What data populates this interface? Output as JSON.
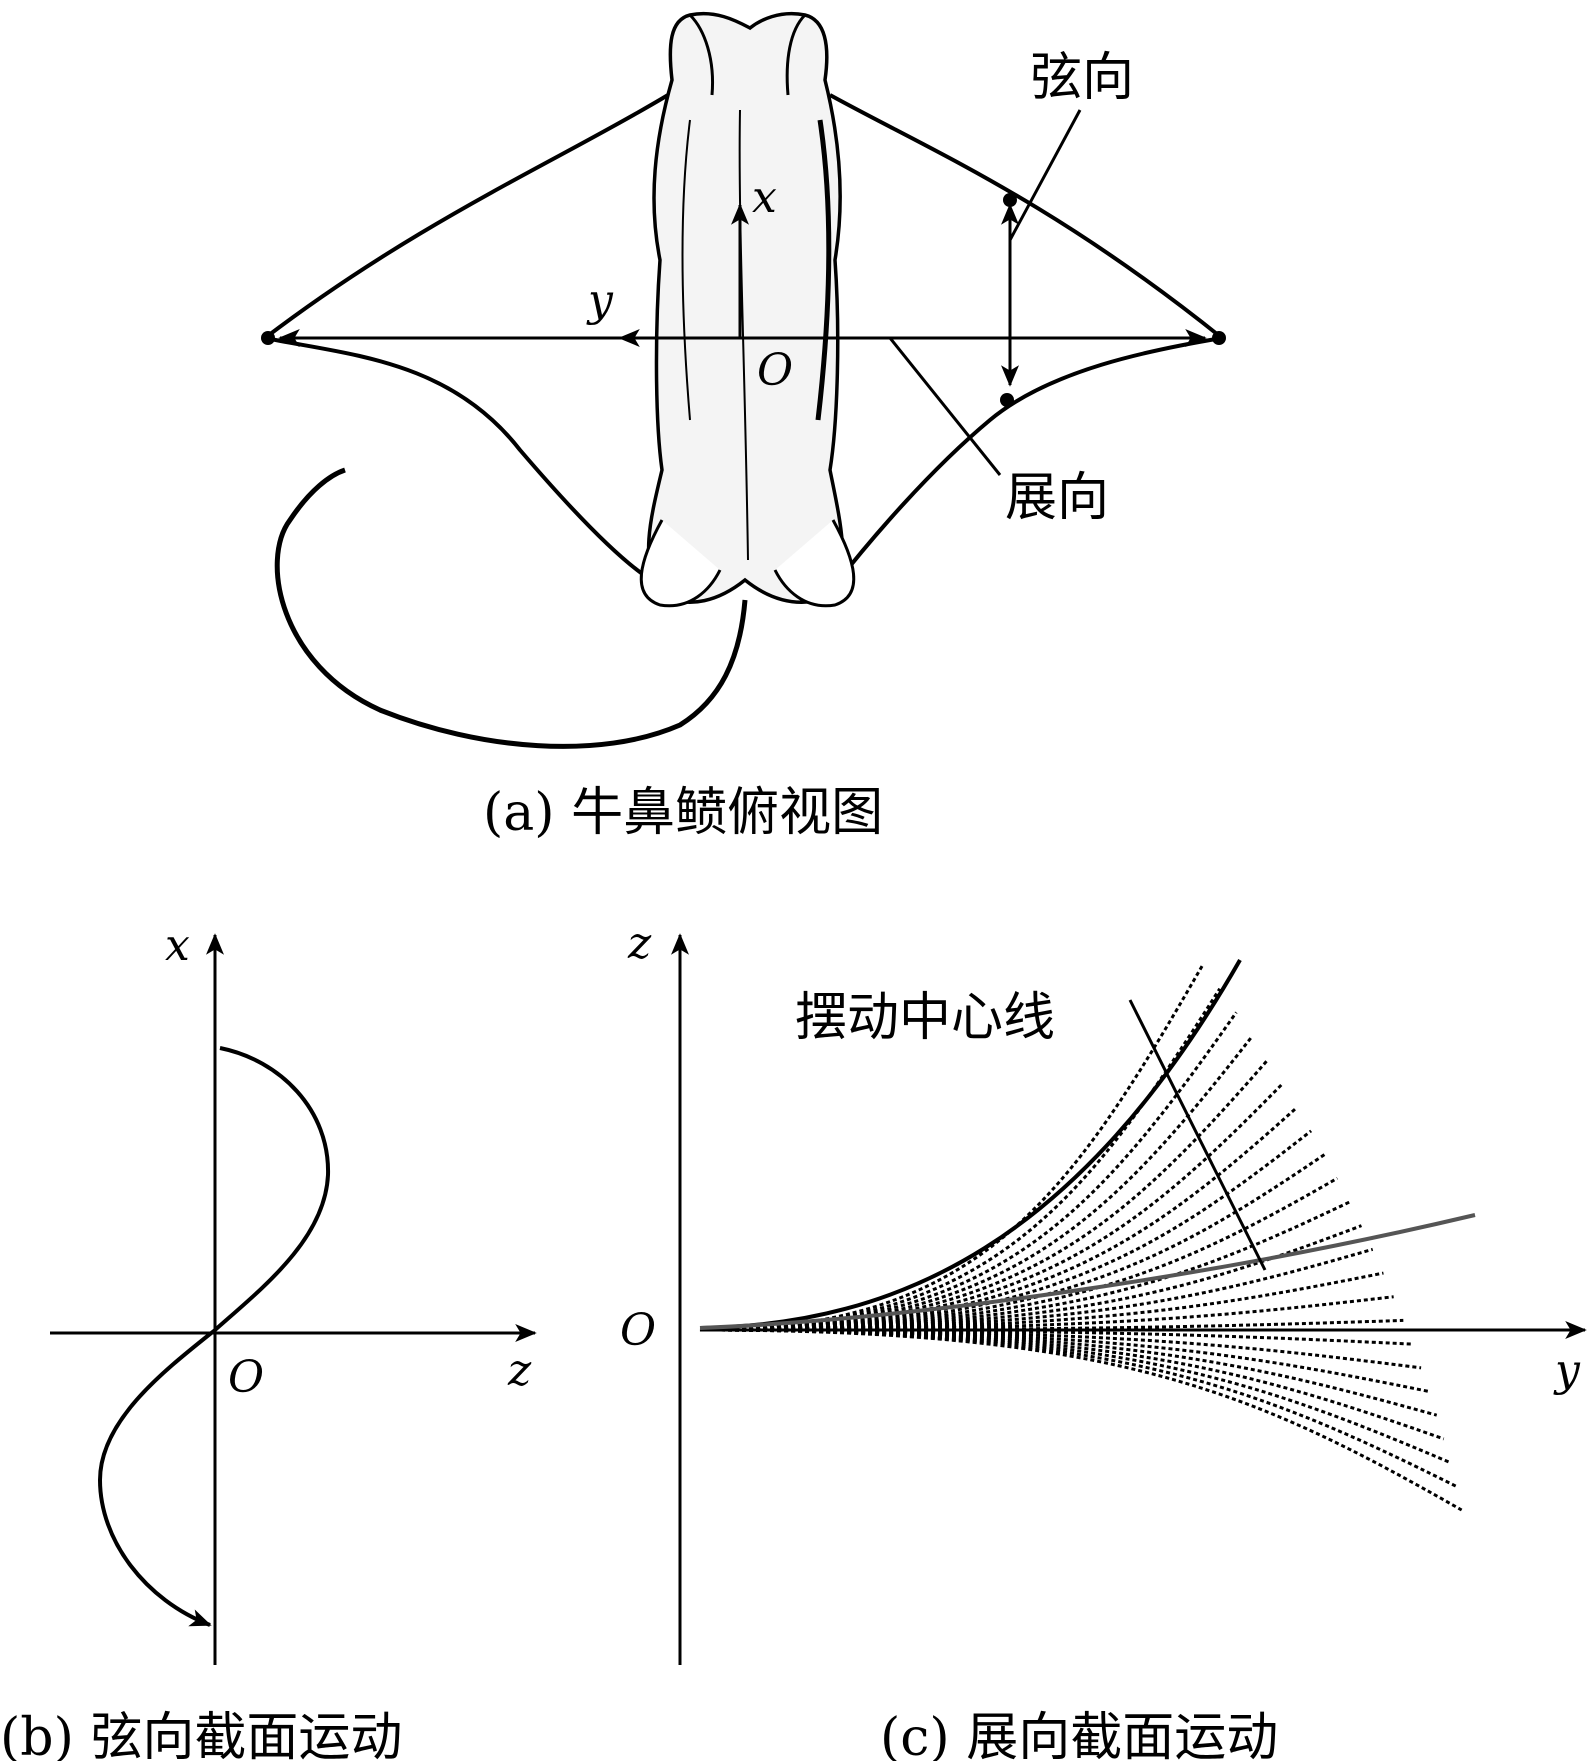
{
  "panel_a": {
    "caption": "(a) 牛鼻鲼俯视图",
    "axis_x": "x",
    "axis_y": "y",
    "origin": "O",
    "label_chord": "弦向",
    "label_span": "展向"
  },
  "panel_b": {
    "caption": "(b) 弦向截面运动",
    "axis_x": "x",
    "axis_z": "z",
    "origin": "O"
  },
  "panel_c": {
    "caption": "(c) 展向截面运动",
    "axis_z": "z",
    "axis_y": "y",
    "origin": "O",
    "label_centerline": "摆动中心线"
  },
  "colors": {
    "line": "#000000",
    "centerline": "#555555",
    "background": "#ffffff"
  }
}
